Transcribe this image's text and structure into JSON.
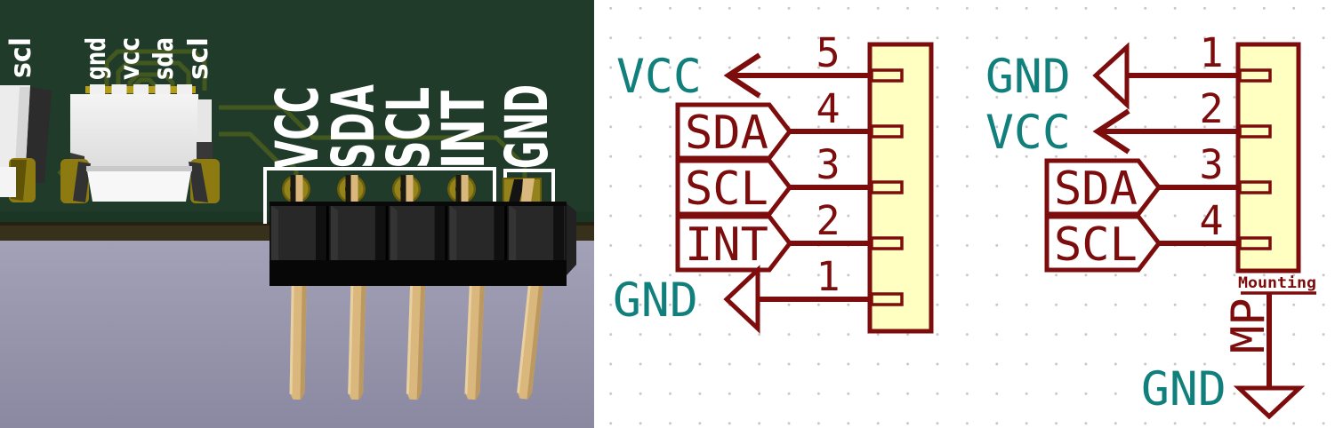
{
  "pcb": {
    "edge_label": "scl",
    "fpc_labels": [
      "gnd",
      "vcc",
      "sda",
      "scl"
    ],
    "header_labels": [
      "VCC",
      "SDA",
      "SCL",
      "INT",
      "GND"
    ]
  },
  "sch": {
    "conn_a": {
      "pins": [
        {
          "number": "5",
          "label": "VCC"
        },
        {
          "number": "4",
          "label": "SDA"
        },
        {
          "number": "3",
          "label": "SCL"
        },
        {
          "number": "2",
          "label": "INT"
        },
        {
          "number": "1",
          "label": "GND"
        }
      ]
    },
    "conn_b": {
      "pins": [
        {
          "number": "1",
          "label": "GND"
        },
        {
          "number": "2",
          "label": "VCC"
        },
        {
          "number": "3",
          "label": "SDA"
        },
        {
          "number": "4",
          "label": "SCL"
        }
      ],
      "mounting": {
        "name": "Mounting",
        "net": "MP",
        "power": "GND"
      }
    }
  },
  "colors": {
    "schematic_symbol": "#7d0c0c",
    "schematic_power_label": "#11807c",
    "symbol_fill": "#ffffc2",
    "schematic_bg": "#ffffff",
    "pcb_soldermask": "#203b29",
    "pcb_trace": "#43581f",
    "pcb_silkscreen": "#ffffff",
    "viewer_bg": "#9a98b1",
    "copper_gold": "#94821b",
    "pin_metal": "#d9b77d",
    "header_plastic": "#1b1b1b"
  }
}
